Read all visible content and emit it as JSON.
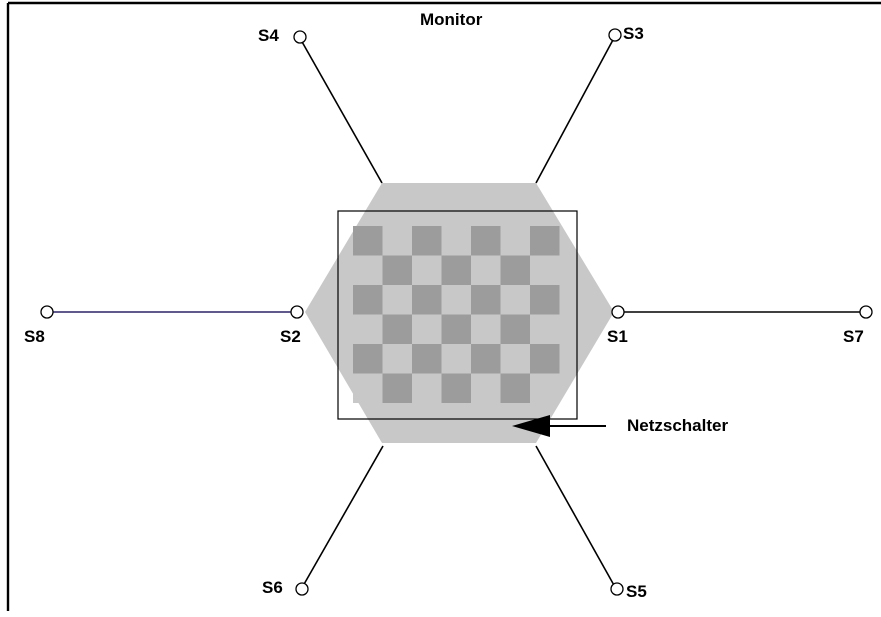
{
  "title": "Monitor",
  "arrow_label": "Netzschalter",
  "colors": {
    "hexagon_fill": "#c8c8c8",
    "checker_dark": "#9c9c9c",
    "checker_light": "#c8c8c8",
    "line_default": "#000000",
    "line_s8": "#2b2266",
    "frame": "#000000"
  },
  "stations": [
    {
      "id": "s1",
      "label": "S1"
    },
    {
      "id": "s2",
      "label": "S2"
    },
    {
      "id": "s3",
      "label": "S3"
    },
    {
      "id": "s4",
      "label": "S4"
    },
    {
      "id": "s5",
      "label": "S5"
    },
    {
      "id": "s6",
      "label": "S6"
    },
    {
      "id": "s7",
      "label": "S7"
    },
    {
      "id": "s8",
      "label": "S8"
    }
  ]
}
